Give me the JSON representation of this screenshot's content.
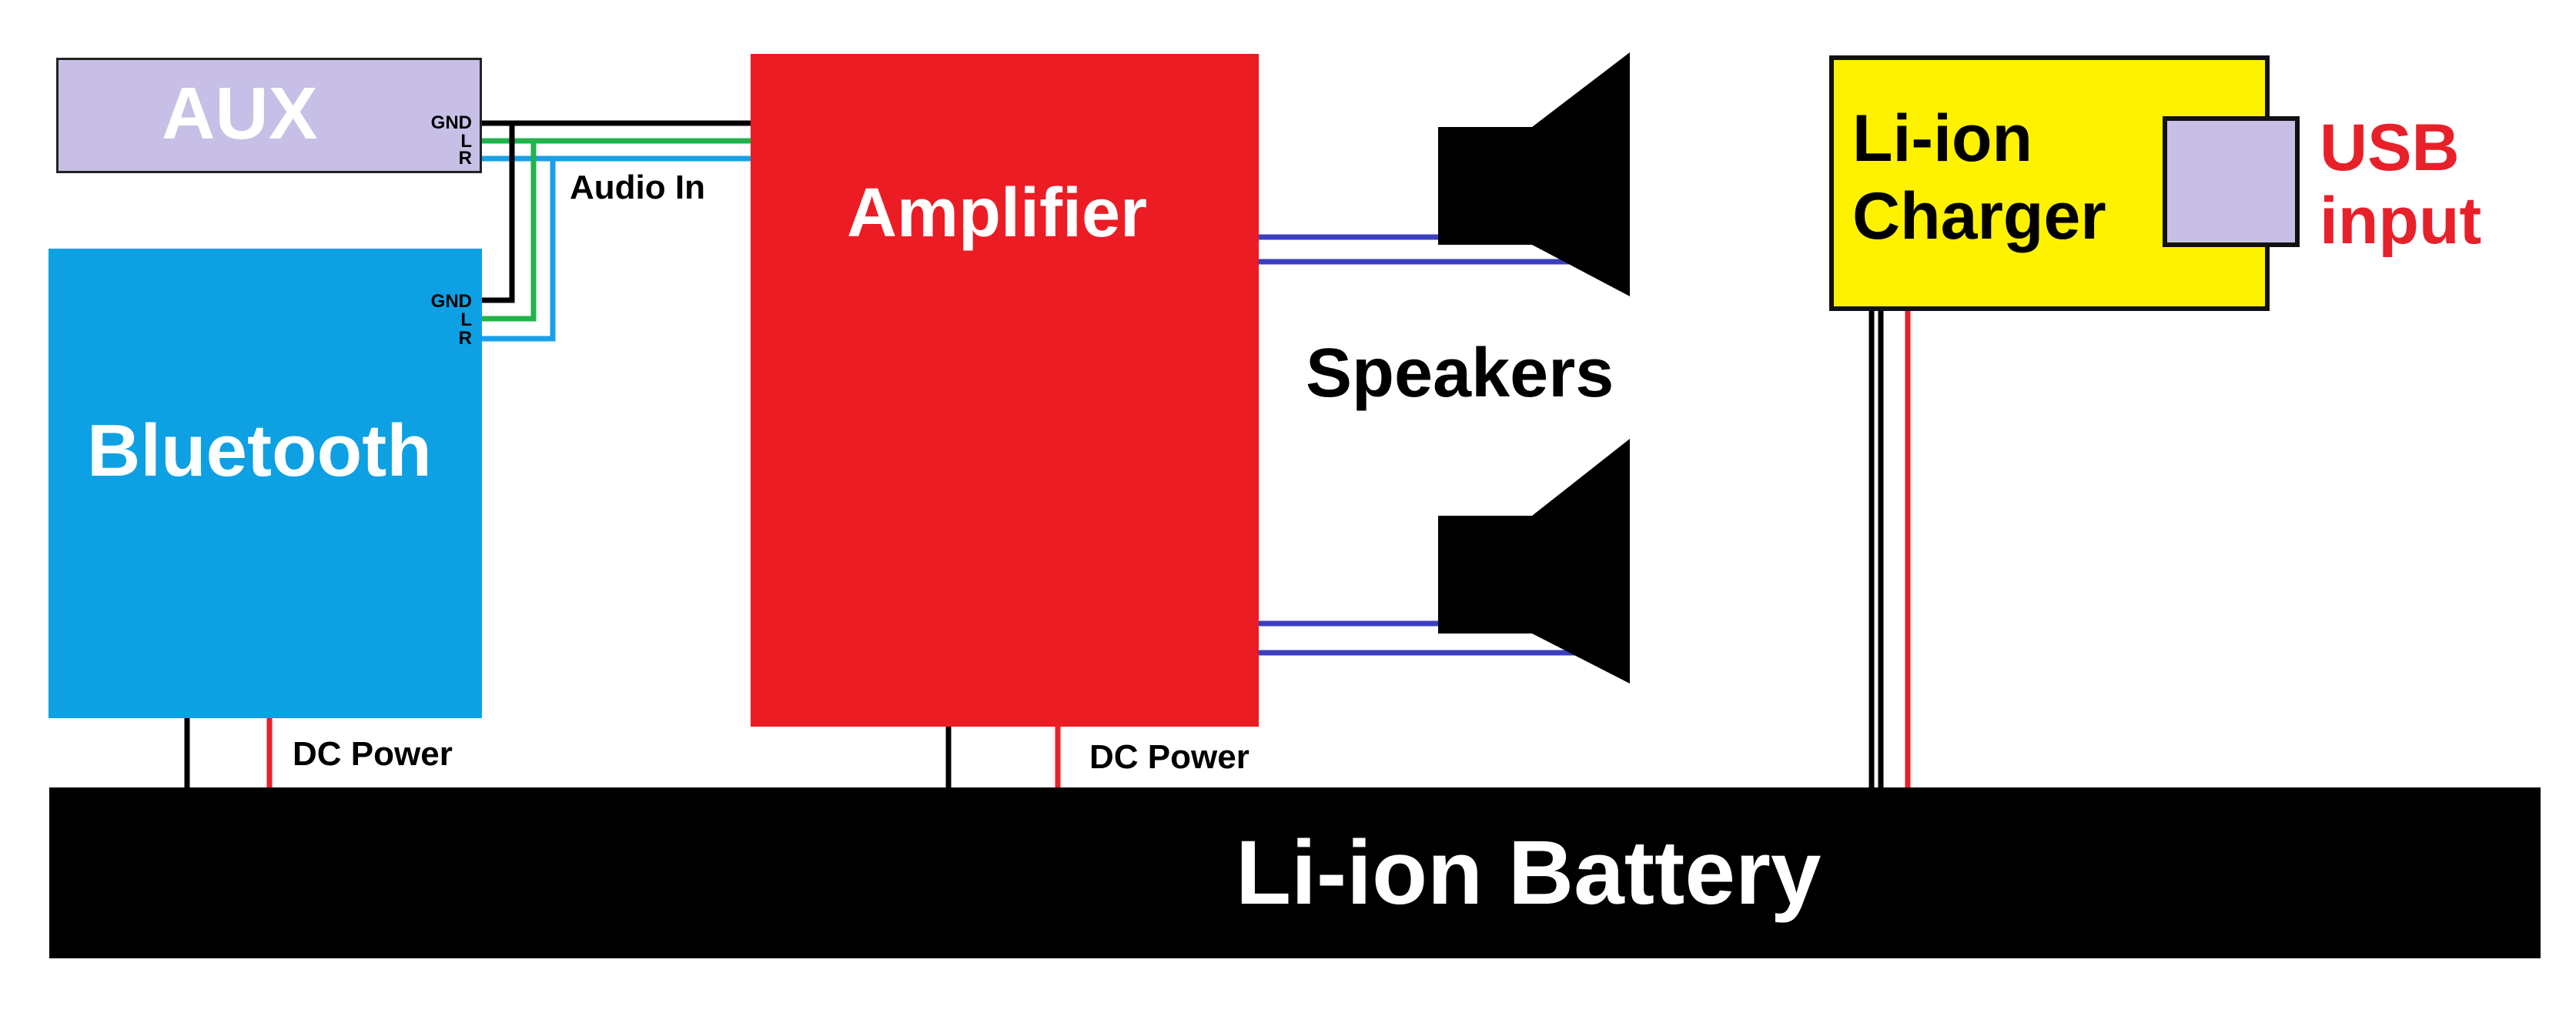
{
  "aux": {
    "label": "AUX",
    "pins": [
      "GND",
      "L",
      "R"
    ]
  },
  "bluetooth": {
    "label": "Bluetooth",
    "pins": [
      "GND",
      "L",
      "R"
    ]
  },
  "amplifier": {
    "label": "Amplifier"
  },
  "audio_in": {
    "label": "Audio In"
  },
  "speakers": {
    "label": "Speakers"
  },
  "charger": {
    "line1": "Li-ion",
    "line2": "Charger"
  },
  "usb": {
    "line1": "USB",
    "line2": "input"
  },
  "battery": {
    "label": "Li-ion Battery"
  },
  "dc_power_bluetooth": {
    "label": "DC Power"
  },
  "dc_power_amplifier": {
    "label": "DC Power"
  },
  "colors": {
    "aux": "#c7bfe5",
    "bluetooth": "#0da0e3",
    "amplifier": "#ec1c24",
    "charger": "#fff200",
    "usb_port": "#c7bfe5",
    "battery": "#000000",
    "wire_gnd": "#000000",
    "wire_left": "#21b34b",
    "wire_right": "#1aa0e8",
    "wire_speaker": "#3b3fbf",
    "wire_power_positive": "#e8202a",
    "wire_power_negative": "#000000"
  }
}
